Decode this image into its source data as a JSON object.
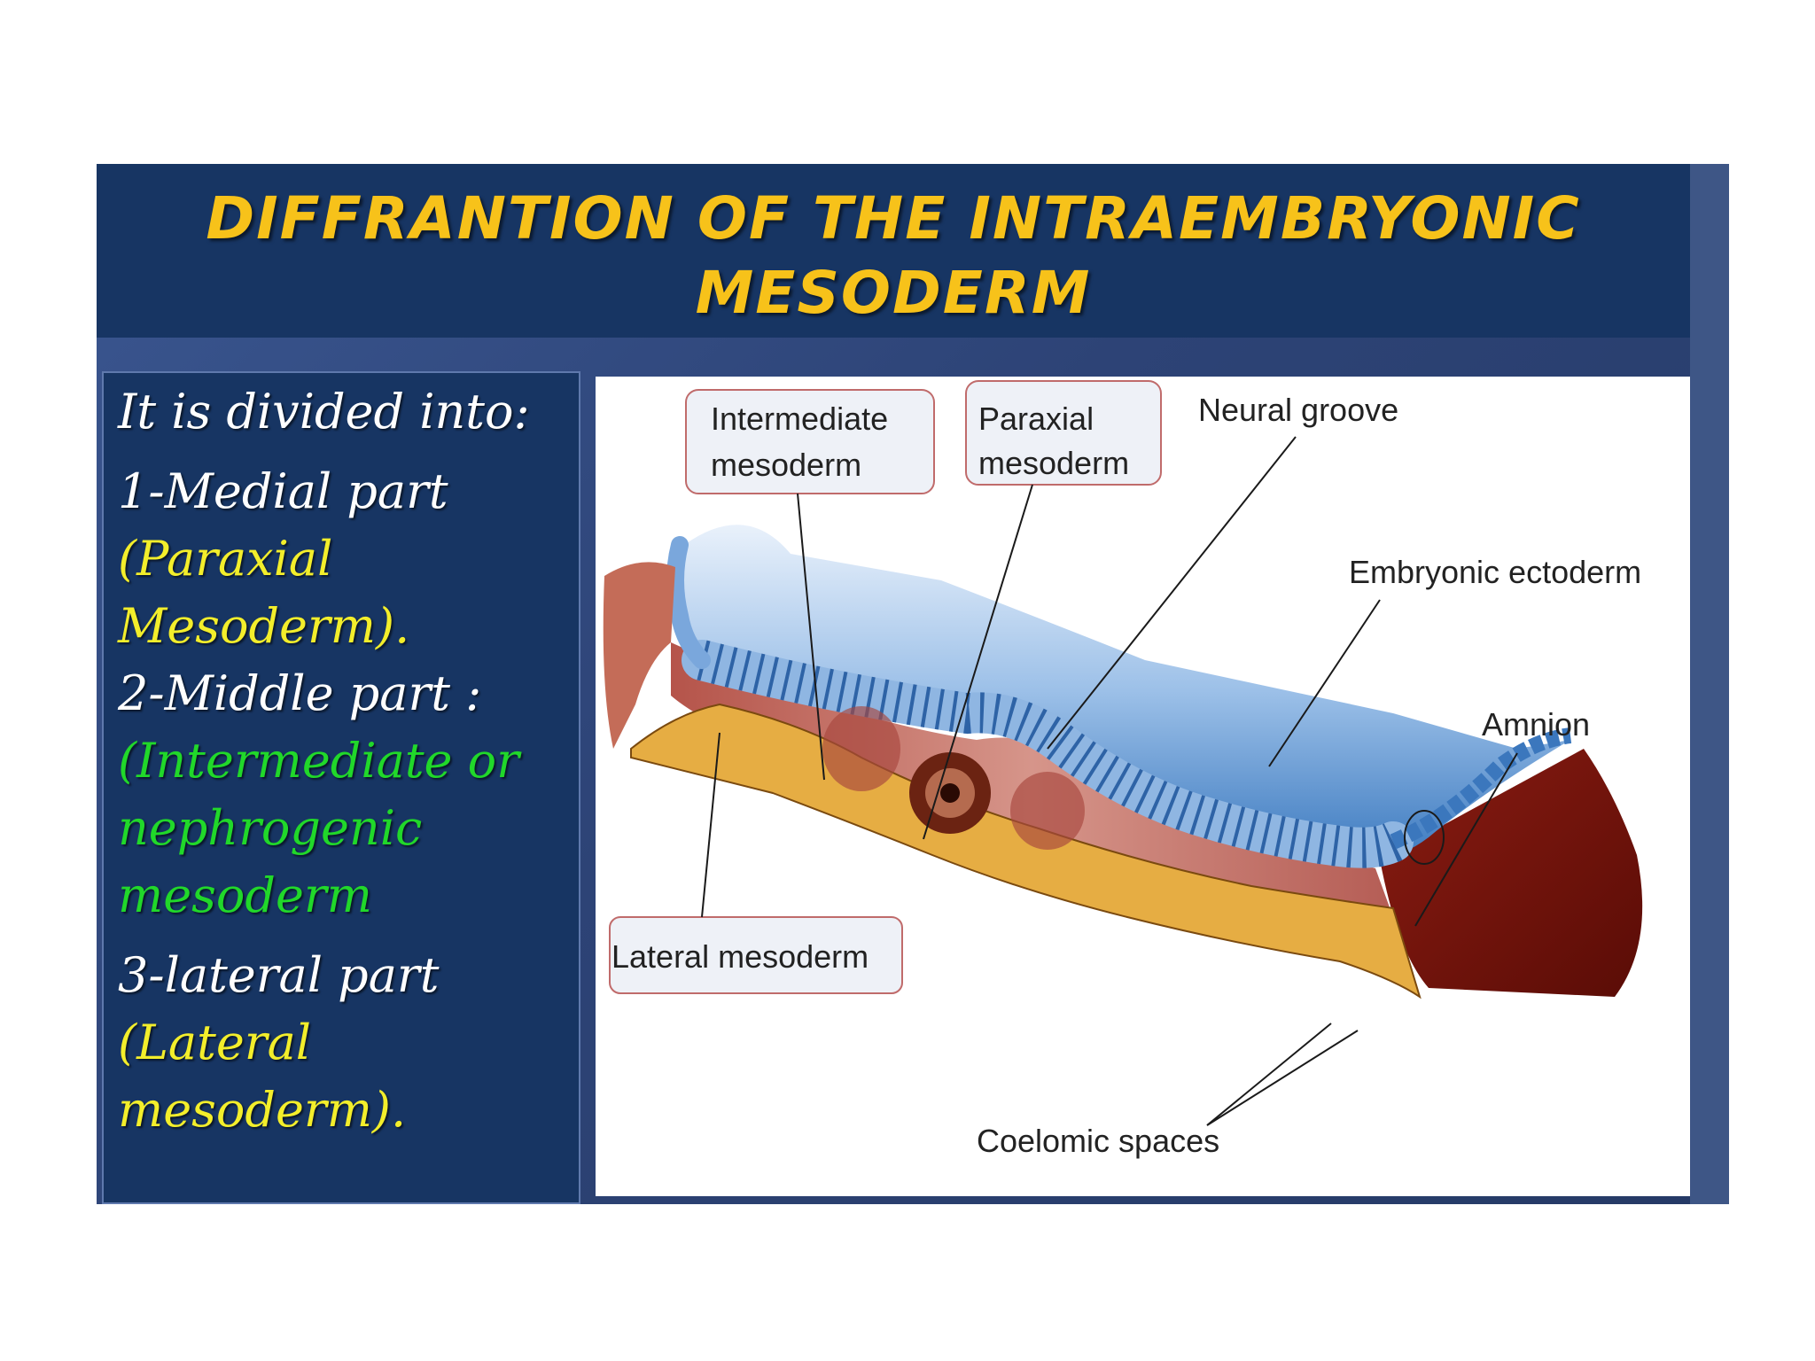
{
  "slide": {
    "title_line1": "DIFFRANTION OF THE INTRAEMBRYONIC",
    "title_line2": "MESODERM"
  },
  "bullets": {
    "intro": "It is divided into:",
    "item1_heading": "1-Medial part",
    "item1_detail_line1": "(Paraxial",
    "item1_detail_line2": "Mesoderm).",
    "item2_heading": "2-Middle part :",
    "item2_detail_line1": "(Intermediate or",
    "item2_detail_line2": "nephrogenic",
    "item2_detail_line3": "mesoderm",
    "item3_heading": "3-lateral part",
    "item3_detail_line1": "(Lateral",
    "item3_detail_line2": "mesoderm)."
  },
  "figure": {
    "label_intermediate_line1": "Intermediate",
    "label_intermediate_line2": "mesoderm",
    "label_paraxial_line1": "Paraxial",
    "label_paraxial_line2": "mesoderm",
    "label_neural_groove": "Neural groove",
    "label_embryonic_ectoderm": "Embryonic ectoderm",
    "label_amnion": "Amnion",
    "label_lateral_mesoderm": "Lateral mesoderm",
    "label_coelomic_spaces": "Coelomic spaces"
  },
  "colors": {
    "header_navy": "#173563",
    "title_gold": "#f7c21a",
    "text_yellow": "#f3ee2b",
    "text_green": "#21d82a",
    "ectoderm_blue": "#5b8fc9",
    "mesoderm_pink": "#c8736a",
    "endoderm_yellow": "#e9b24a"
  }
}
